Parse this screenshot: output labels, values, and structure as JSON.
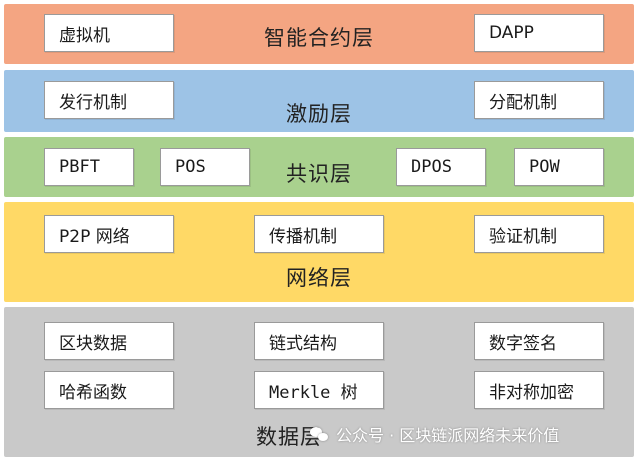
{
  "layers": {
    "contract": {
      "title": "智能合约层",
      "color": "#f4a582",
      "items": [
        "虚拟机",
        "DAPP"
      ]
    },
    "incentive": {
      "title": "激励层",
      "color": "#9dc3e6",
      "items": [
        "发行机制",
        "分配机制"
      ]
    },
    "consensus": {
      "title": "共识层",
      "color": "#a9d18e",
      "items": [
        "PBFT",
        "POS",
        "DPOS",
        "POW"
      ]
    },
    "network": {
      "title": "网络层",
      "color": "#ffd966",
      "items": [
        "P2P 网络",
        "传播机制",
        "验证机制"
      ]
    },
    "data": {
      "title": "数据层",
      "color": "#c9c9c9",
      "items": [
        "区块数据",
        "链式结构",
        "数字签名",
        "哈希函数",
        "Merkle 树",
        "非对称加密"
      ]
    }
  },
  "watermark": {
    "text": "公众号 · 区块链派网络未来价值",
    "icon": "wechat-icon"
  }
}
